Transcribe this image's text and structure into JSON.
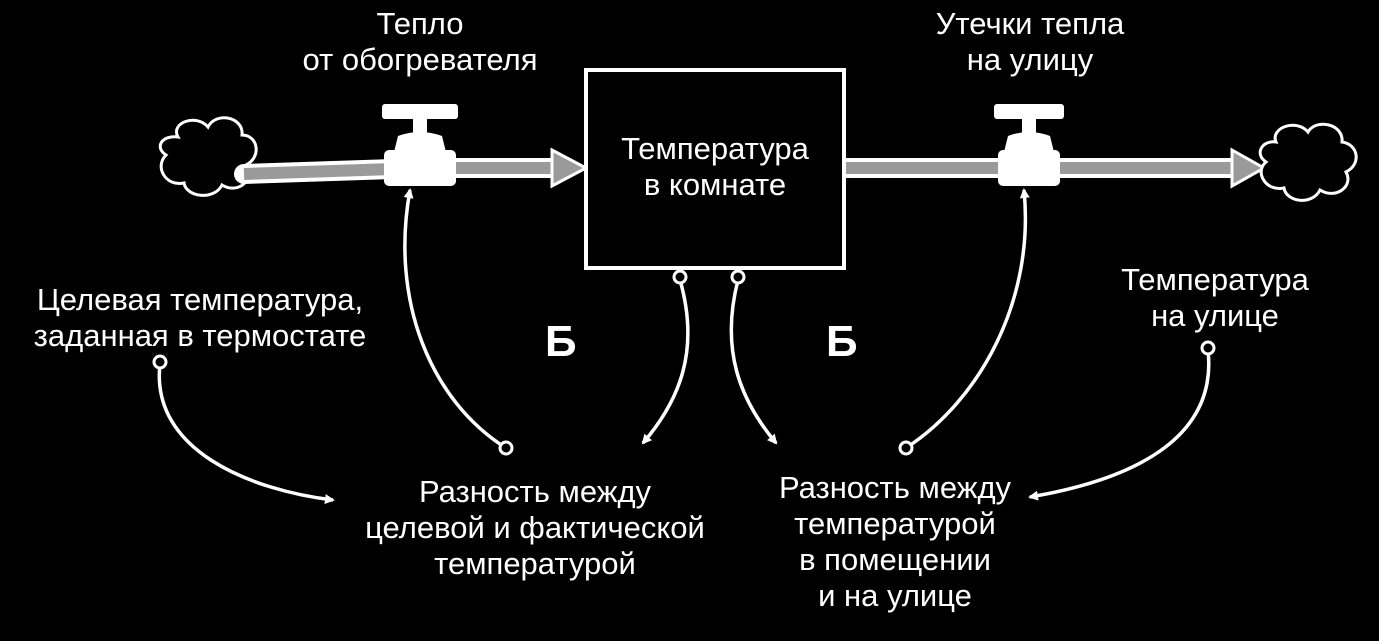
{
  "stock": {
    "line1": "Температура",
    "line2": "в комнате"
  },
  "inflow": {
    "line1": "Тепло",
    "line2": "от обогревателя"
  },
  "outflow": {
    "line1": "Утечки тепла",
    "line2": "на улицу"
  },
  "target_temp": {
    "line1": "Целевая температура,",
    "line2": "заданная в термостате"
  },
  "outside_temp": {
    "line1": "Температура",
    "line2": "на улице"
  },
  "gap_target": {
    "line1": "Разность между",
    "line2": "целевой и фактической",
    "line3": "температурой"
  },
  "gap_outside": {
    "line1": "Разность между",
    "line2": "температурой",
    "line3": "в помещении",
    "line4": "и на улице"
  },
  "loops": {
    "left": "Б",
    "right": "Б"
  },
  "colors": {
    "background": "#000000",
    "foreground": "#ffffff",
    "pipe": "#9a9a9a"
  }
}
